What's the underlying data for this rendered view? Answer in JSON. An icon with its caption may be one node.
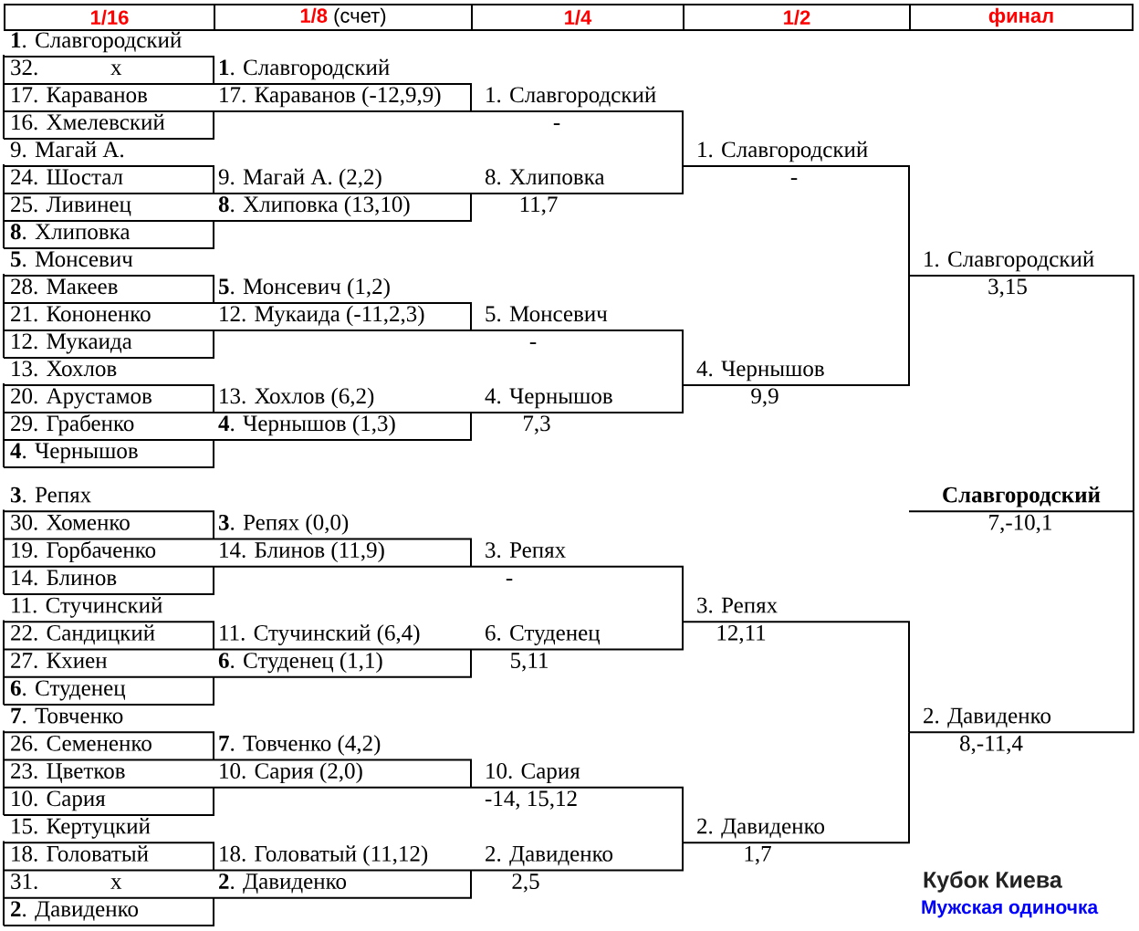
{
  "diagram": {
    "title": "Кубок Киева",
    "nodes": [
      {
        "text": [
          "1/16"
        ]
      },
      {
        "text": [
          "**1/8** (счет)"
        ]
      },
      {
        "text": [
          "1/4"
        ]
      },
      {
        "text": [
          "1/2"
        ]
      },
      {
        "text": [
          "финал"
        ]
      },
      {
        "text": [
          "**1**. Славгородский"
        ]
      },
      {
        "text": [
          "32.",
          "x"
        ]
      },
      {
        "text": [
          "17. Караванов"
        ]
      },
      {
        "text": [
          "16. Хмелевский"
        ]
      },
      {
        "text": [
          "9. Магай А."
        ]
      },
      {
        "text": [
          "24. Шостал"
        ]
      },
      {
        "text": [
          "25. Ливинец"
        ]
      },
      {
        "text": [
          "**8**. Хлиповка"
        ]
      },
      {
        "text": [
          "**5**. Монсевич"
        ]
      },
      {
        "text": [
          "28. Макеев"
        ]
      },
      {
        "text": [
          "21. Кононенко"
        ]
      },
      {
        "text": [
          "12. Мукаида"
        ]
      },
      {
        "text": [
          "13. Хохлов"
        ]
      },
      {
        "text": [
          "20. Арустамов"
        ]
      },
      {
        "text": [
          "29. Грабенко"
        ]
      },
      {
        "text": [
          "**4**. Чернышов"
        ]
      },
      {
        "text": [
          "**3**. Репях"
        ]
      },
      {
        "text": [
          "30. Хоменко"
        ]
      },
      {
        "text": [
          "19. Горбаченко"
        ]
      },
      {
        "text": [
          "14. Блинов"
        ]
      },
      {
        "text": [
          "11. Стучинский"
        ]
      },
      {
        "text": [
          "22. Сандицкий"
        ]
      },
      {
        "text": [
          "27. Кхиен"
        ]
      },
      {
        "text": [
          "**6**. Студенец"
        ]
      },
      {
        "text": [
          "**7**. Товченко"
        ]
      },
      {
        "text": [
          "26. Семененко"
        ]
      },
      {
        "text": [
          "23. Цветков"
        ]
      },
      {
        "text": [
          "10. Сария"
        ]
      },
      {
        "text": [
          "15. Кертуцкий"
        ]
      },
      {
        "text": [
          "18. Головатый"
        ]
      },
      {
        "text": [
          "31.",
          "x"
        ]
      },
      {
        "text": [
          "**2**. Давиденко"
        ]
      },
      {
        "text": [
          "**1**. Славгородский"
        ]
      },
      {
        "text": [
          "17. Караванов (-12,9,9)"
        ]
      },
      {
        "text": [
          "9. Магай А. (2,2)"
        ]
      },
      {
        "text": [
          "**8**. Хлиповка (13,10)"
        ]
      },
      {
        "text": [
          "**5**. Монсевич (1,2)"
        ]
      },
      {
        "text": [
          "12. Мукаида (-11,2,3)"
        ]
      },
      {
        "text": [
          "13. Хохлов (6,2)"
        ]
      },
      {
        "text": [
          "**4**. Чернышов (1,3)"
        ]
      },
      {
        "text": [
          "**3**. Репях (0,0)"
        ]
      },
      {
        "text": [
          "14. Блинов (11,9)"
        ]
      },
      {
        "text": [
          "11. Стучинский (6,4)"
        ]
      },
      {
        "text": [
          "**6**. Студенец (1,1)"
        ]
      },
      {
        "text": [
          "**7**. Товченко (4,2)"
        ]
      },
      {
        "text": [
          "10. Сария (2,0)"
        ]
      },
      {
        "text": [
          "18. Головатый (11,12)"
        ]
      },
      {
        "text": [
          "**2**. Давиденко"
        ]
      },
      {
        "text": [
          "1. Славгородский"
        ],
        "beside": [
          "-"
        ]
      },
      {
        "text": [
          "8. Хлиповка"
        ],
        "beside": [
          "11,7"
        ]
      },
      {
        "text": [
          "5. Монсевич"
        ],
        "beside": [
          "-"
        ]
      },
      {
        "text": [
          "4. Чернышов"
        ],
        "beside": [
          "7,3"
        ]
      },
      {
        "text": [
          "3. Репях"
        ],
        "beside": [
          "-"
        ]
      },
      {
        "text": [
          "6. Студенец"
        ],
        "beside": [
          "5,11"
        ]
      },
      {
        "text": [
          "10. Сария"
        ],
        "beside": [
          "-14, 15,12"
        ]
      },
      {
        "text": [
          "2. Давиденко"
        ],
        "beside": [
          "2,5"
        ]
      },
      {
        "text": [
          "1. Славгородский"
        ],
        "beside": [
          "-"
        ]
      },
      {
        "text": [
          "4. Чернышов"
        ],
        "beside": [
          "9,9"
        ]
      },
      {
        "text": [
          "3. Репях"
        ],
        "beside": [
          "12,11"
        ]
      },
      {
        "text": [
          "2. Давиденко"
        ],
        "beside": [
          "1,7"
        ]
      },
      {
        "text": [
          "1. Славгородский"
        ],
        "beside": [
          "3,15"
        ]
      },
      {
        "text": [
          "2. Давиденко"
        ],
        "beside": [
          "8,-11,4"
        ]
      },
      {
        "text": [
          "Славгородский"
        ],
        "beside": [
          "7,-10,1"
        ]
      }
    ],
    "edges": [
      {
        "from": 5,
        "to": 37,
        "arrow": "none"
      },
      {
        "from": 6,
        "to": 37,
        "arrow": "none"
      },
      {
        "from": 7,
        "to": 38,
        "arrow": "none"
      },
      {
        "from": 8,
        "to": 38,
        "arrow": "none"
      },
      {
        "from": 9,
        "to": 39,
        "arrow": "none"
      },
      {
        "from": 10,
        "to": 39,
        "arrow": "none"
      },
      {
        "from": 11,
        "to": 40,
        "arrow": "none"
      },
      {
        "from": 12,
        "to": 40,
        "arrow": "none"
      },
      {
        "from": 13,
        "to": 41,
        "arrow": "none"
      },
      {
        "from": 14,
        "to": 41,
        "arrow": "none"
      },
      {
        "from": 15,
        "to": 42,
        "arrow": "none"
      },
      {
        "from": 16,
        "to": 42,
        "arrow": "none"
      },
      {
        "from": 17,
        "to": 43,
        "arrow": "none"
      },
      {
        "from": 18,
        "to": 43,
        "arrow": "none"
      },
      {
        "from": 19,
        "to": 44,
        "arrow": "none"
      },
      {
        "from": 20,
        "to": 44,
        "arrow": "none"
      },
      {
        "from": 21,
        "to": 45,
        "arrow": "none"
      },
      {
        "from": 22,
        "to": 45,
        "arrow": "none"
      },
      {
        "from": 23,
        "to": 46,
        "arrow": "none"
      },
      {
        "from": 24,
        "to": 46,
        "arrow": "none"
      },
      {
        "from": 25,
        "to": 47,
        "arrow": "none"
      },
      {
        "from": 26,
        "to": 47,
        "arrow": "none"
      },
      {
        "from": 27,
        "to": 48,
        "arrow": "none"
      },
      {
        "from": 28,
        "to": 48,
        "arrow": "none"
      },
      {
        "from": 29,
        "to": 49,
        "arrow": "none"
      },
      {
        "from": 30,
        "to": 49,
        "arrow": "none"
      },
      {
        "from": 31,
        "to": 50,
        "arrow": "none"
      },
      {
        "from": 32,
        "to": 50,
        "arrow": "none"
      },
      {
        "from": 33,
        "to": 51,
        "arrow": "none"
      },
      {
        "from": 34,
        "to": 51,
        "arrow": "none"
      },
      {
        "from": 35,
        "to": 52,
        "arrow": "none"
      },
      {
        "from": 36,
        "to": 52,
        "arrow": "none"
      },
      {
        "from": 37,
        "to": 53,
        "arrow": "none"
      },
      {
        "from": 38,
        "to": 53,
        "arrow": "none"
      },
      {
        "from": 39,
        "to": 54,
        "arrow": "none"
      },
      {
        "from": 40,
        "to": 54,
        "arrow": "none"
      },
      {
        "from": 41,
        "to": 55,
        "arrow": "none"
      },
      {
        "from": 42,
        "to": 55,
        "arrow": "none"
      },
      {
        "from": 43,
        "to": 56,
        "arrow": "none"
      },
      {
        "from": 44,
        "to": 56,
        "arrow": "none"
      },
      {
        "from": 45,
        "to": 57,
        "arrow": "none"
      },
      {
        "from": 46,
        "to": 57,
        "arrow": "none"
      },
      {
        "from": 47,
        "to": 58,
        "arrow": "none"
      },
      {
        "from": 48,
        "to": 58,
        "arrow": "none"
      },
      {
        "from": 49,
        "to": 59,
        "arrow": "none"
      },
      {
        "from": 50,
        "to": 59,
        "arrow": "none"
      },
      {
        "from": 51,
        "to": 60,
        "arrow": "none"
      },
      {
        "from": 52,
        "to": 60,
        "arrow": "none"
      },
      {
        "from": 53,
        "to": 61,
        "arrow": "none"
      },
      {
        "from": 54,
        "to": 61,
        "arrow": "none"
      },
      {
        "from": 55,
        "to": 62,
        "arrow": "none"
      },
      {
        "from": 56,
        "to": 62,
        "arrow": "none"
      },
      {
        "from": 57,
        "to": 63,
        "arrow": "none"
      },
      {
        "from": 58,
        "to": 63,
        "arrow": "none"
      },
      {
        "from": 59,
        "to": 64,
        "arrow": "none"
      },
      {
        "from": 60,
        "to": 64,
        "arrow": "none"
      },
      {
        "from": 61,
        "to": 65,
        "arrow": "none"
      },
      {
        "from": 62,
        "to": 65,
        "arrow": "none"
      },
      {
        "from": 63,
        "to": 66,
        "arrow": "none"
      },
      {
        "from": 64,
        "to": 66,
        "arrow": "none"
      },
      {
        "from": 65,
        "to": 67,
        "arrow": "none"
      },
      {
        "from": 66,
        "to": 67,
        "arrow": "none"
      }
    ],
    "labels": [
      "Мужская одиночка"
    ]
  }
}
